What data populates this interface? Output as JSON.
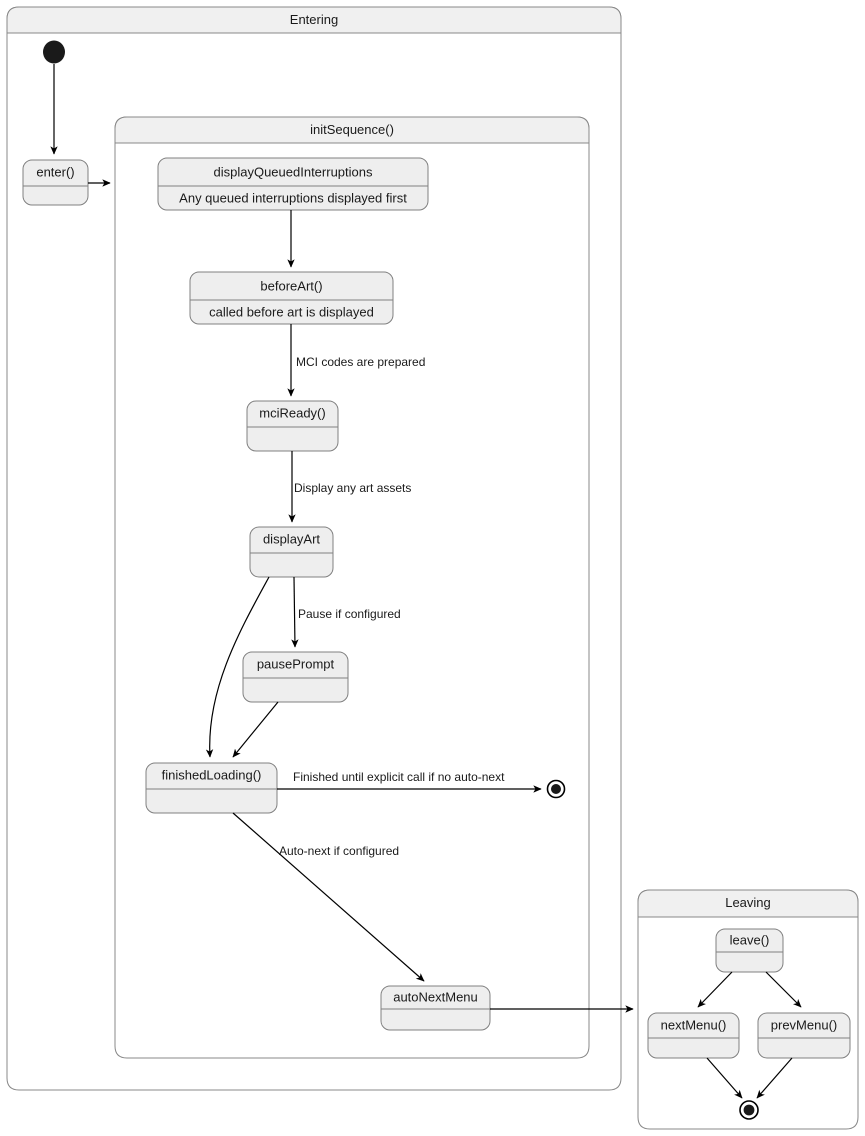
{
  "diagram": {
    "type": "uml-state-machine",
    "title": "",
    "colors": {
      "state_fill": "#eeeeee",
      "state_stroke": "#808080",
      "frame_header_fill": "#f0f0f0",
      "frame_stroke": "#888888",
      "edge": "#000000",
      "text": "#1a1a1a",
      "background": "#ffffff"
    }
  },
  "frames": {
    "entering": {
      "title": "Entering"
    },
    "init_sequence": {
      "title": "initSequence()"
    },
    "leaving": {
      "title": "Leaving"
    }
  },
  "states": {
    "enter": {
      "title": "enter()",
      "detail": ""
    },
    "display_queued_interruptions": {
      "title": "displayQueuedInterruptions",
      "detail": "Any queued interruptions displayed first"
    },
    "before_art": {
      "title": "beforeArt()",
      "detail": "called before art is displayed"
    },
    "mci_ready": {
      "title": "mciReady()",
      "detail": ""
    },
    "display_art": {
      "title": "displayArt",
      "detail": ""
    },
    "pause_prompt": {
      "title": "pausePrompt",
      "detail": ""
    },
    "finished_loading": {
      "title": "finishedLoading()",
      "detail": ""
    },
    "auto_next_menu": {
      "title": "autoNextMenu",
      "detail": ""
    },
    "leave": {
      "title": "leave()",
      "detail": ""
    },
    "next_menu": {
      "title": "nextMenu()",
      "detail": ""
    },
    "prev_menu": {
      "title": "prevMenu()",
      "detail": ""
    }
  },
  "transitions": {
    "mci_codes": "MCI codes are prepared",
    "display_art_assets": "Display any art assets",
    "pause_if_configured": "Pause if configured",
    "finished_until_explicit": "Finished until explicit call if no auto-next",
    "auto_next_if_configured": "Auto-next if configured"
  },
  "nodes": {
    "initial_state": "initial-state",
    "final_state_entering": "final-state",
    "final_state_leaving": "final-state"
  }
}
